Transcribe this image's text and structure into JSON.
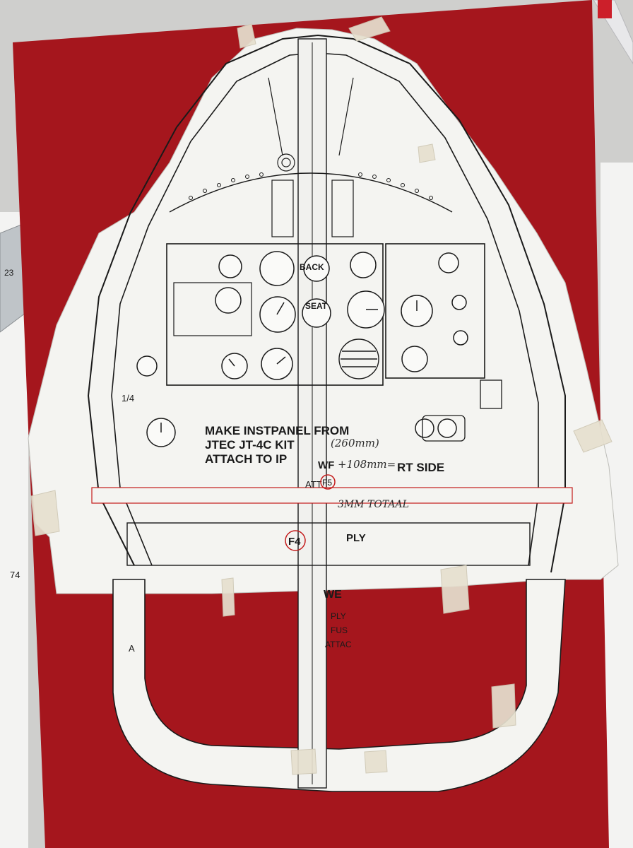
{
  "panel_notes": {
    "line1": "MAKE INSTPANEL FROM",
    "line2": "JTEC JT-4C KIT",
    "line3": "ATTACH TO IP",
    "rt_side": "RT SIDE"
  },
  "handwritten": {
    "dim_260": "(260mm)",
    "dim_108": "+108mm=",
    "total": "3MM TOTAAL"
  },
  "gauge_labels": {
    "back": "BACK",
    "seat": "SEAT",
    "quarter": "1/4"
  },
  "frame_labels": {
    "f5": "F5",
    "f4": "F4",
    "ply": "PLY",
    "weld": "WE",
    "fus": "FUS",
    "attach": "ATTAC",
    "ply2": "PLY",
    "wf": "WF",
    "att": "ATT",
    "a": "A",
    "page_num": "74",
    "ruler": "23"
  },
  "colors": {
    "board": "#a5161d",
    "paper": "#f4f4f1",
    "ink": "#1a1a1a",
    "circle_red": "#c41c1c",
    "tape": "#e6e0cf"
  }
}
